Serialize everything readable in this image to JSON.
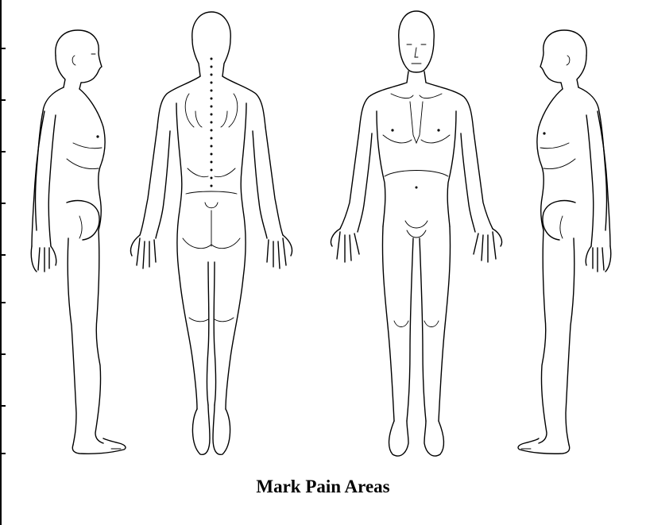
{
  "caption": "Mark Pain Areas",
  "figures": [
    {
      "id": "left-side-view",
      "name": "left-side-body-figure"
    },
    {
      "id": "back-view",
      "name": "back-body-figure"
    },
    {
      "id": "front-view",
      "name": "front-body-figure"
    },
    {
      "id": "right-side-view",
      "name": "right-side-body-figure"
    }
  ],
  "colors": {
    "line": "#000000",
    "background": "#ffffff"
  }
}
